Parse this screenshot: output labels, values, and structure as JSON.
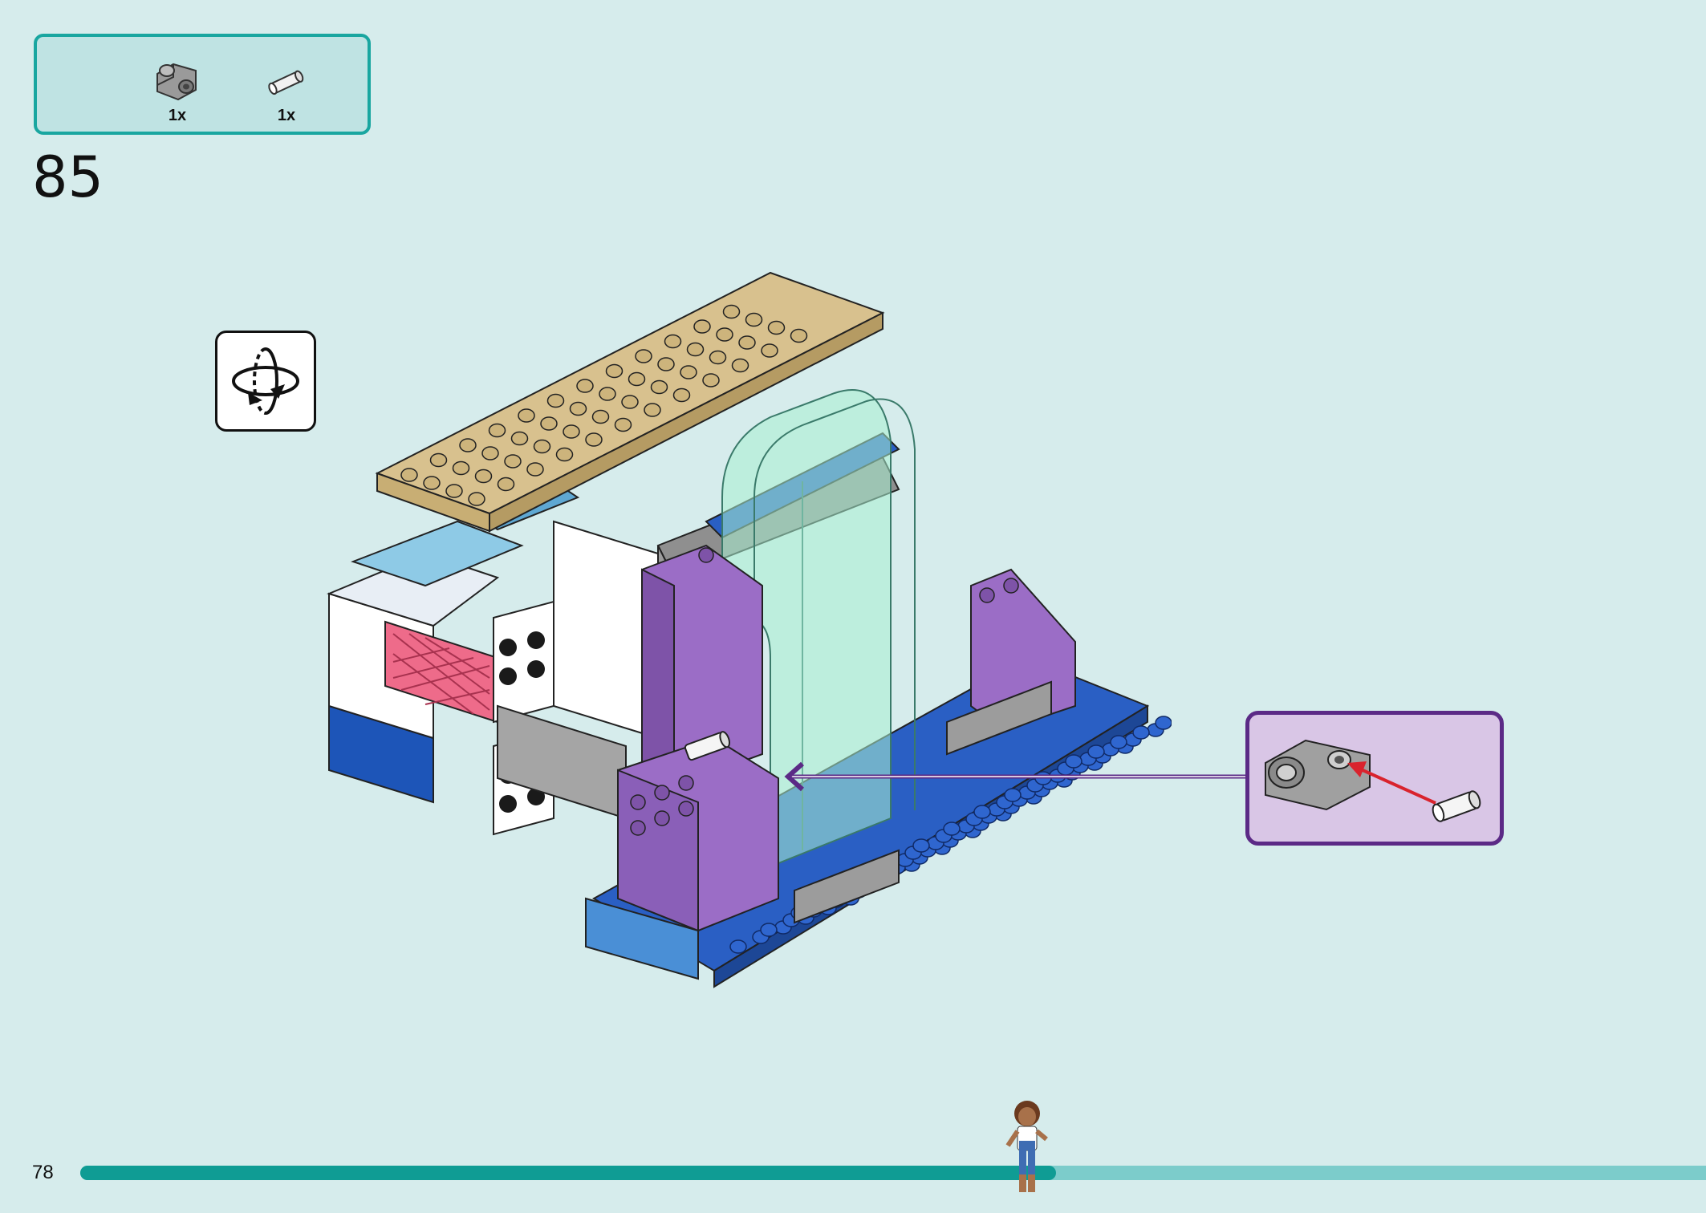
{
  "parts": {
    "items": [
      {
        "icon": "technic-pin-connector-perpendicular-icon",
        "count": "1x"
      },
      {
        "icon": "technic-pin-icon",
        "count": "1x"
      }
    ]
  },
  "step": {
    "number": "85"
  },
  "rotate": {
    "icon": "rotate-model-icon"
  },
  "callout": {
    "icon": "insert-pin-callout"
  },
  "footer": {
    "page_number": "78",
    "progress": 0.6
  },
  "colors": {
    "background": "#d6ecec",
    "parts_border": "#19a6a0",
    "callout_border": "#5b2a86",
    "progress_fill": "#0f9c94",
    "progress_track": "#7ccccb"
  }
}
